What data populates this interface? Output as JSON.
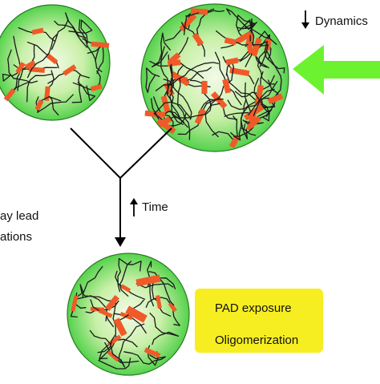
{
  "labels": {
    "dynamics": "Dynamics",
    "time": "Time",
    "side_line1": "ay lead",
    "side_line2": "ations",
    "pad_exposure": "PAD exposure",
    "oligomerization": "Oligomerization"
  },
  "icons": {
    "dynamics_arrow": "down-arrow-icon",
    "time_arrow": "up-arrow-icon",
    "pad_arrow": "up-arrow-icon",
    "oligo_arrow": "up-arrow-icon",
    "double_arrow": "double-headed-arrow-icon"
  },
  "colors": {
    "droplet_edge": "#5fd85a",
    "droplet_center": "#eaf7d6",
    "segment": "#f05a28",
    "chain": "#1a1a1a",
    "highlight_box": "#f7ee22",
    "green_arrow": "#6df22f"
  }
}
